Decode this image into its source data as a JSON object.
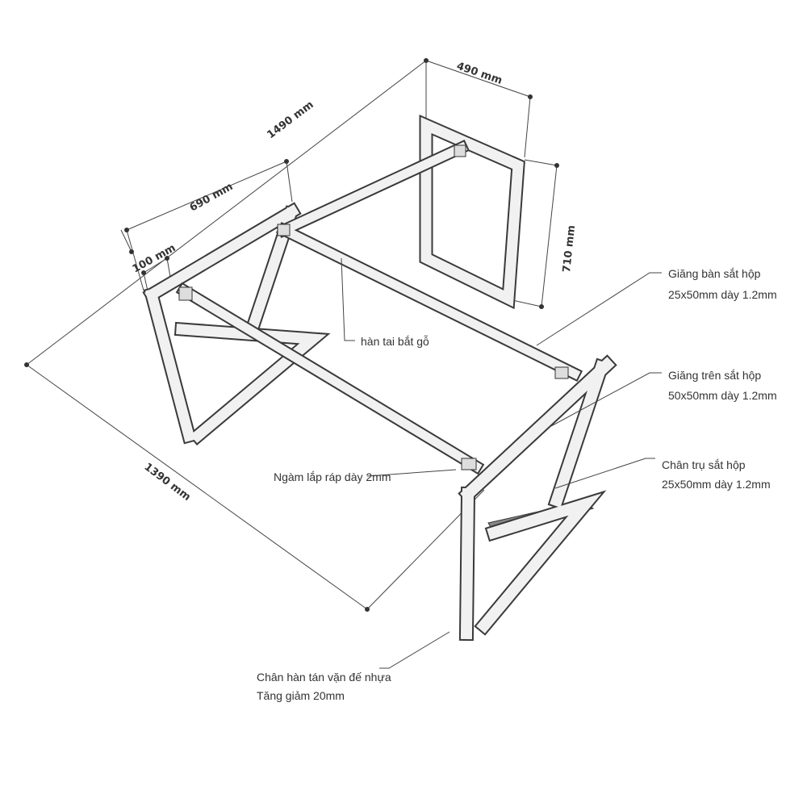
{
  "dimensions": {
    "overall_length": "1490 mm",
    "depth": "490 mm",
    "height": "710 mm",
    "leg_length": "690 mm",
    "offset": "100 mm",
    "diagonal": "1390 mm"
  },
  "callouts": {
    "han_tai": "hàn tai bắt gỗ",
    "giang_ban": [
      "Giăng bàn sắt hộp",
      "25x50mm dày 1.2mm"
    ],
    "giang_tren": [
      "Giăng trên sắt hộp",
      "50x50mm dày 1.2mm"
    ],
    "chan_tru": [
      "Chân trụ sắt hộp",
      "25x50mm dày 1.2mm"
    ],
    "ngam": "Ngàm lắp ráp dày 2mm",
    "chan_han": [
      "Chân hàn tán vặn đế nhựa",
      "Tăng giảm 20mm"
    ]
  }
}
